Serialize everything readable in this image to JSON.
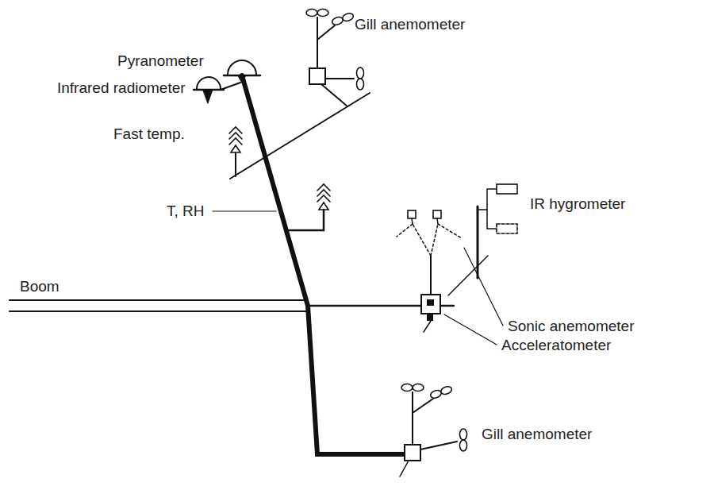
{
  "diagram": {
    "labels": [
      "Pyranometer",
      "Gill anemometer",
      "Infrared radiometer",
      "Fast temp.",
      "T, RH",
      "IR hygrometer",
      "Boom",
      "Sonic anemometer",
      "Acceleratometer",
      "Gill anemometer"
    ]
  }
}
